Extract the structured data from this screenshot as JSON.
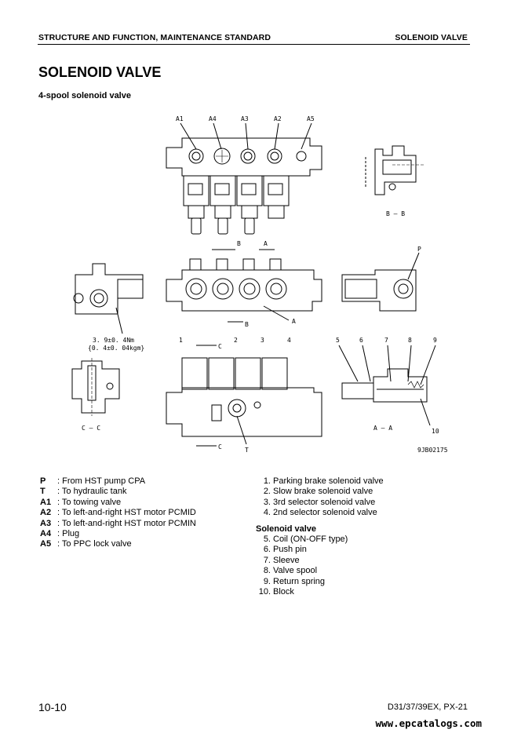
{
  "header": {
    "left": "STRUCTURE AND FUNCTION, MAINTENANCE STANDARD",
    "right": "SOLENOID VALVE"
  },
  "title": "SOLENOID VALVE",
  "subtitle": "4-spool solenoid valve",
  "drawing": {
    "top_labels": [
      "A1",
      "A4",
      "A3",
      "A2",
      "A5"
    ],
    "section_bb": "B – B",
    "section_cc": "C – C",
    "section_aa": "A – A",
    "torque_line1": "3. 9±0. 4Nm",
    "torque_line2": "{0. 4±0. 04kgm}",
    "code": "9JB02175",
    "letters": {
      "p": "P",
      "t": "T",
      "b": "B",
      "a": "A",
      "c": "C"
    },
    "numbers": [
      "1",
      "2",
      "3",
      "4",
      "5",
      "6",
      "7",
      "8",
      "9",
      "10"
    ]
  },
  "legend_left": [
    {
      "key": "P",
      "text": ": From HST pump CPA"
    },
    {
      "key": "T",
      "text": ": To hydraulic tank"
    },
    {
      "key": "A1",
      "text": ": To towing valve"
    },
    {
      "key": "A2",
      "text": ": To left-and-right HST motor PCMID"
    },
    {
      "key": "A3",
      "text": ": To left-and-right HST motor PCMIN"
    },
    {
      "key": "A4",
      "text": ": Plug"
    },
    {
      "key": "A5",
      "text": ": To PPC lock valve"
    }
  ],
  "legend_right": [
    {
      "num": "1.",
      "text": "Parking brake solenoid valve"
    },
    {
      "num": "2.",
      "text": "Slow brake solenoid valve"
    },
    {
      "num": "3.",
      "text": "3rd selector solenoid valve"
    },
    {
      "num": "4.",
      "text": "2nd selector solenoid valve"
    }
  ],
  "solenoid_heading": "Solenoid valve",
  "solenoid_parts": [
    {
      "num": "5.",
      "text": "Coil (ON-OFF type)"
    },
    {
      "num": "6.",
      "text": "Push pin"
    },
    {
      "num": "7.",
      "text": "Sleeve"
    },
    {
      "num": "8.",
      "text": "Valve spool"
    },
    {
      "num": "9.",
      "text": "Return spring"
    },
    {
      "num": "10.",
      "text": "Block"
    }
  ],
  "footer": {
    "page": "10-10",
    "model": "D31/37/39EX, PX-21",
    "watermark": "www.epcatalogs.com"
  }
}
